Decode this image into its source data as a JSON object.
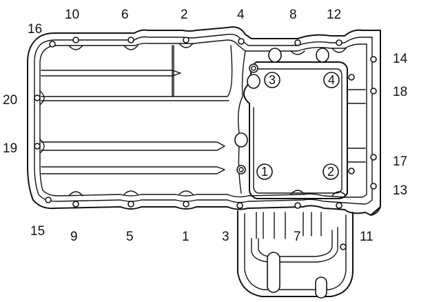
{
  "diagram": {
    "bolt_labels": [
      {
        "id": "1",
        "text": "1"
      },
      {
        "id": "2",
        "text": "2"
      },
      {
        "id": "3",
        "text": "3"
      },
      {
        "id": "4",
        "text": "4"
      },
      {
        "id": "5",
        "text": "5"
      },
      {
        "id": "6",
        "text": "6"
      },
      {
        "id": "7",
        "text": "7"
      },
      {
        "id": "8",
        "text": "8"
      },
      {
        "id": "9",
        "text": "9"
      },
      {
        "id": "10",
        "text": "10"
      },
      {
        "id": "11",
        "text": "11"
      },
      {
        "id": "12",
        "text": "12"
      },
      {
        "id": "13",
        "text": "13"
      },
      {
        "id": "14",
        "text": "14"
      },
      {
        "id": "15",
        "text": "15"
      },
      {
        "id": "16",
        "text": "16"
      },
      {
        "id": "17",
        "text": "17"
      },
      {
        "id": "18",
        "text": "18"
      },
      {
        "id": "19",
        "text": "19"
      },
      {
        "id": "20",
        "text": "20"
      }
    ],
    "circled_labels": [
      {
        "id": "c1",
        "text": "1"
      },
      {
        "id": "c2",
        "text": "2"
      },
      {
        "id": "c3",
        "text": "3"
      },
      {
        "id": "c4",
        "text": "4"
      }
    ]
  }
}
